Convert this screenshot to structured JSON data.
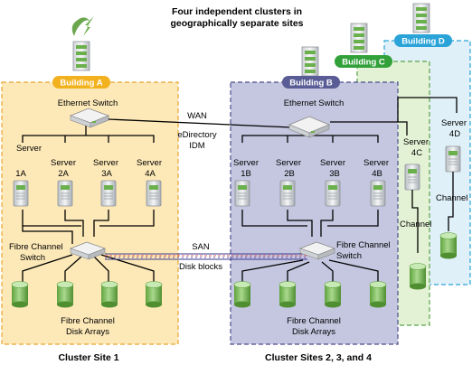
{
  "title_line1": "Four independent clusters in",
  "title_line2": "geographically separate sites",
  "buildings": {
    "a": "Building A",
    "b": "Building B",
    "c": "Building C",
    "d": "Building D"
  },
  "switch_labels": {
    "ethernet_a": "Ethernet Switch",
    "ethernet_b": "Ethernet Switch",
    "fc_a_line1": "Fibre Channel",
    "fc_a_line2": "Switch",
    "fc_b_line1": "Fibre Channel",
    "fc_b_line2": "Switch"
  },
  "links": {
    "wan": "WAN",
    "edir1": "eDirectory",
    "edir2": "IDM",
    "san": "SAN",
    "disk_blocks": "Disk blocks"
  },
  "servers": {
    "s1a": [
      "Server",
      "1A"
    ],
    "s2a": [
      "Server",
      "2A"
    ],
    "s3a": [
      "Server",
      "3A"
    ],
    "s4a": [
      "Server",
      "4A"
    ],
    "s1b": [
      "Server",
      "1B"
    ],
    "s2b": [
      "Server",
      "2B"
    ],
    "s3b": [
      "Server",
      "3B"
    ],
    "s4b": [
      "Server",
      "4B"
    ],
    "s4c": [
      "Server",
      "4C"
    ],
    "s4d": [
      "Server",
      "4D"
    ]
  },
  "channel_c": "Channel",
  "channel_d": "Channel",
  "disk_arrays": {
    "a1": "Fibre Channel",
    "a2": "Disk Arrays",
    "b1": "Fibre Channel",
    "b2": "Disk Arrays"
  },
  "sites": {
    "site1": "Cluster Site 1",
    "site2": "Cluster Sites 2, 3, and 4"
  },
  "colors": {
    "site_a_fill": "#fde9b8",
    "site_a_border": "#e9a531",
    "site_b_fill": "#c5c7e0",
    "site_b_border": "#4a4d8c",
    "site_c_fill": "#e3f2d4",
    "site_c_border": "#5aa34a",
    "site_d_fill": "#dff0f8",
    "site_d_border": "#2aa3d8",
    "pill_a": "#f2b220",
    "pill_b": "#5a5d95",
    "pill_c": "#32a13a",
    "pill_d": "#2aa3d8",
    "green": "#6ab04c"
  }
}
